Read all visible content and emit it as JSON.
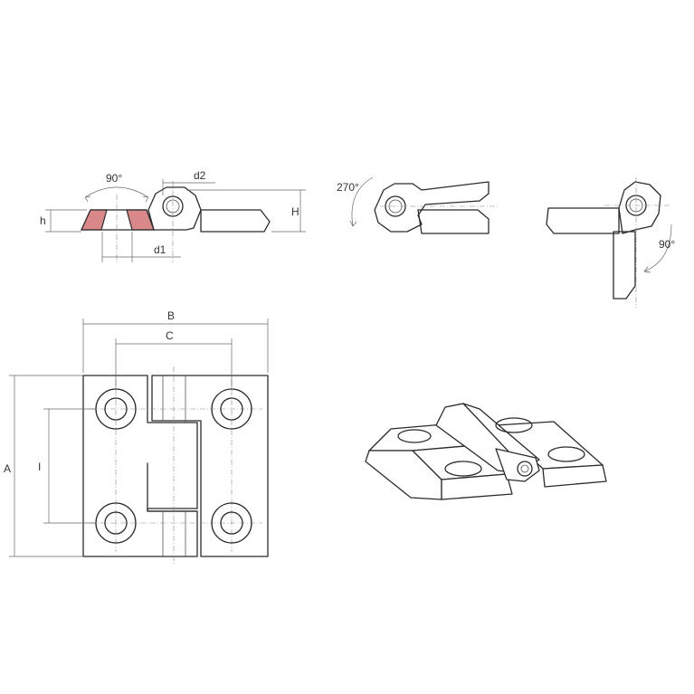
{
  "labels": {
    "angle_90_top": "90°",
    "d2": "d2",
    "h": "h",
    "H": "H",
    "d1": "d1",
    "angle_270": "270°",
    "angle_90_right": "90°",
    "B": "B",
    "C": "C",
    "A": "A",
    "I": "I"
  },
  "colors": {
    "line": "#2b2b2b",
    "countersink_fill": "#d9888a",
    "background": "#ffffff"
  }
}
